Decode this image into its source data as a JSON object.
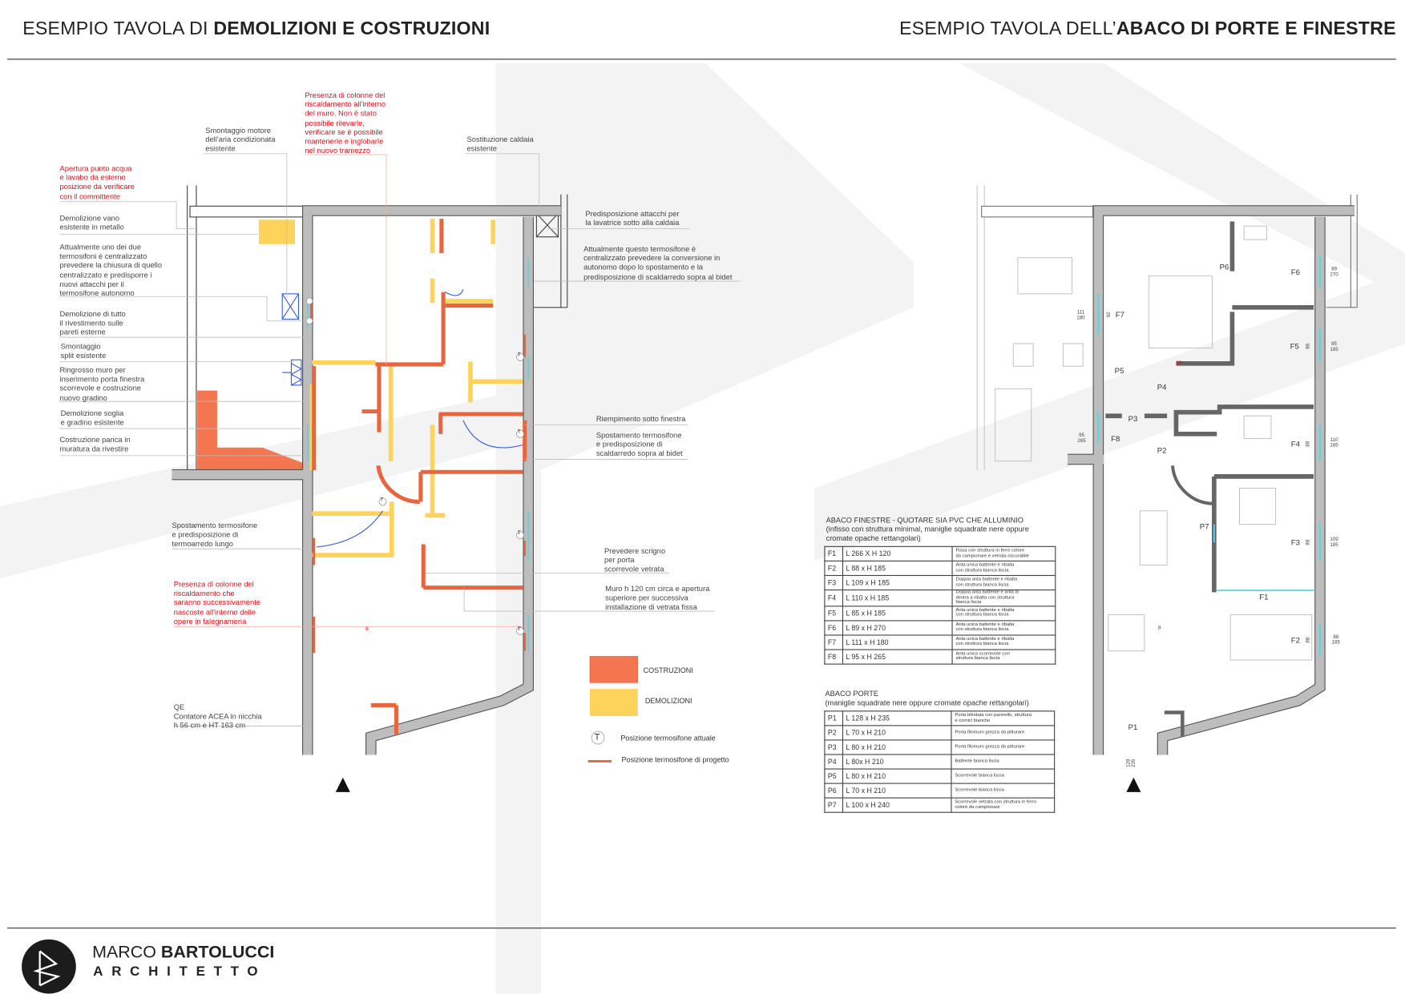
{
  "header": {
    "left_title_prefix": "ESEMPIO TAVOLA DI ",
    "left_title_bold": "DEMOLIZIONI E COSTRUZIONI",
    "right_title_prefix": "ESEMPIO TAVOLA DELL’",
    "right_title_bold": "ABACO DI PORTE E FINESTRE"
  },
  "annotations": {
    "colonne_muro": "Presenza di colonne del\nriscaldamento all'interno\ndel muro. Non è stato\npossibile rilevarle,\nverificare se è possibile\nmantenerle e inglobarle\nnel nuovo tramezzo",
    "smontaggio_motore": "Smontaggio motore\ndell'aria condizionata\nesistente",
    "sostituzione_caldaia": "Sostituzione caldaia\nesistente",
    "apertura_acqua": "Apertura punto acqua\ne lavabo da esterno\nposizione da verificare\ncon il committente",
    "demolizione_vano": "Demolizione vano\nesistente in metallo",
    "termosifoni_centralizzato": "Attualmente uno dei due\ntermosifoni è centralizzato\nprevedere la chiusura di quello\ncentralizzato e predisporre i\nnuovi attacchi per il\ntermosifone autonomo",
    "demolizione_rivestimento": "Demolizione di tutto\nil rivestimento sulle\npareti esterne",
    "smontaggio_split": "Smontaggio\nsplit esistente",
    "ringrosso_muro": "Ringrosso muro per\ninserimento porta finestra\nscorrevole e costruzione\nnuovo gradino",
    "demolizione_soglia": "Demolizione soglia\ne gradino esistente",
    "costruzione_panca": "Costruzione panca in\nmuratura da rivestire",
    "predisposizione_lavatrice": "Predisposizione attacchi per\nla lavatrice sotto alla caldaia",
    "termosifone_conversione": "Attualmente questo termosifone è\ncentralizzato prevedere la conversione in\nautonomo dopo lo spostamento e la\npredisposizione di scaldarredo sopra al bidet",
    "riempimento_finestra": "Riempimento sotto finestra",
    "spostamento_bidet": "Spostamento termosifone\ne predisposizione di\nscaldarredo sopra al bidet",
    "scrigno": "Prevedere scrigno\nper porta\nscorrevole vetrata",
    "muro_h120": "Muro h 120 cm circa e apertura\nsuperiore per successiva\ninstallazione di vetrata fissa",
    "spostamento_termoarredo": "Spostamento termosifone\ne predisposizione di\ntermoarredo lungo",
    "colonne_falegnameria": "Presenza di colonne del\nriscaldamento che\nsaranno successivamente\nnascoste all'interno delle\nopere in falegnameria",
    "qe": "QE\nContatore ACEA in nicchia\nh 56 cm e HT 163 cm"
  },
  "legend": {
    "costruzioni": "COSTRUZIONI",
    "demolizioni": "DEMOLIZIONI",
    "termosifone_attuale": "Posizione termosifone attuale",
    "termosifone_progetto": "Posizione termosifone di progetto",
    "t_symbol": "T",
    "colors": {
      "costruzioni": "#f47650",
      "demolizioni": "#fdd35b",
      "wall": "#bdbdbd",
      "window": "#4fd8e6",
      "note": "#e0101a"
    }
  },
  "plan_labels": {
    "P1": "P1",
    "P2": "P2",
    "P3": "P3",
    "P4": "P4",
    "P5": "P5",
    "P6": "P6",
    "P7": "P7",
    "F1": "F1",
    "F2": "F2",
    "F3": "F3",
    "F4": "F4",
    "F5": "F5",
    "F6": "F6",
    "F7": "F7",
    "F8": "F8",
    "dim_F6": "89\n270",
    "dim_F7": "111\n180",
    "dim_F5": "85\n185",
    "dim_F4": "110\n185",
    "dim_F8": "95\n265",
    "dim_F3": "109\n185",
    "dim_F2": "88\n185",
    "dim_P1": "128\n235",
    "sill_F7": "92",
    "sill": "88",
    "red_99": "99"
  },
  "abaco_finestre": {
    "title": "ABACO FINESTRE - QUOTARE SIA PVC CHE ALLUMINIO\n(infisso con struttura minimal, maniglie squadrate nere oppure\ncromate opache rettangolari)",
    "rows": [
      {
        "code": "F1",
        "size": "L 266 X H 120",
        "desc": "Fissa con struttura in ferro colore\nda campionare e vetrata oscurabile"
      },
      {
        "code": "F2",
        "size": "L 88 x H 185",
        "desc": "Anta unica battente e ribalta\ncon struttura bianca liscia"
      },
      {
        "code": "F3",
        "size": "L 109 x H 185",
        "desc": "Doppia anta  battente e ribalta\ncon struttura bianca liscia"
      },
      {
        "code": "F4",
        "size": "L 110 x H 185",
        "desc": "Doppia anta  battente e anta di\ndestra a ribalta con struttura\nbianca liscia"
      },
      {
        "code": "F5",
        "size": "L 85 x H 185",
        "desc": "Anta unica battente e ribalta\ncon struttura bianca liscia"
      },
      {
        "code": "F6",
        "size": "L 89 x H 270",
        "desc": "Anta unica battente e ribalta\ncon struttura bianca liscia"
      },
      {
        "code": "F7",
        "size": "L 111 x H 180",
        "desc": "Anta unica battente e ribalta\ncon struttura bianca liscia"
      },
      {
        "code": "F8",
        "size": "L 95 x H 265",
        "desc": "Anta unica scorrevole con\nstruttura bianca liscia"
      }
    ]
  },
  "abaco_porte": {
    "title": "ABACO PORTE\n(maniglie squadrate nere oppure cromate opache rettangolari)",
    "rows": [
      {
        "code": "P1",
        "size": "L 128 x H 235",
        "desc": "Porta blindata con pannello, struttura\ne cornici bianche"
      },
      {
        "code": "P2",
        "size": "L 70 x H 210",
        "desc": "Porta filomuro grezza da pitturare"
      },
      {
        "code": "P3",
        "size": "L 80 x H 210",
        "desc": "Porta filomuro grezza da pitturare"
      },
      {
        "code": "P4",
        "size": "L 80x H 210",
        "desc": "Battente bianca liscia"
      },
      {
        "code": "P5",
        "size": "L 80 x H 210",
        "desc": "Scorrevole bianca liscia"
      },
      {
        "code": "P6",
        "size": "L 70 x H 210",
        "desc": "Scorrevole bianca liscia"
      },
      {
        "code": "P7",
        "size": "L 100 x H 240",
        "desc": "Scorrevole vetrata con struttura in ferro\ncolore da campionare"
      }
    ]
  },
  "footer": {
    "name_light": "MARCO ",
    "name_bold": "BARTOLUCCI",
    "profession": "ARCHITETTO",
    "logo_letters": "B"
  }
}
